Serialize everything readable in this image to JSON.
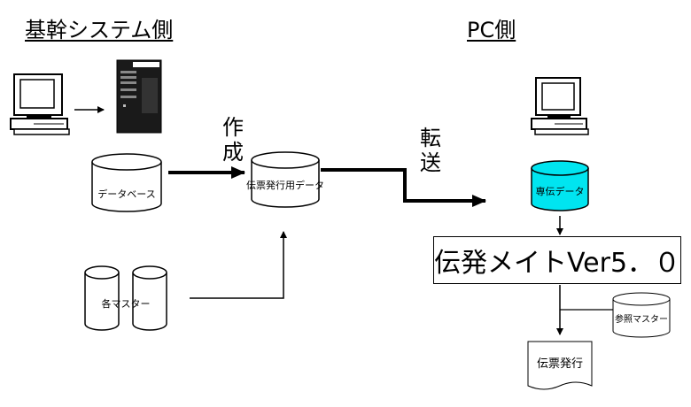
{
  "left_header": "基幹システム側",
  "right_header": "PC側",
  "create_label": [
    "作",
    "成"
  ],
  "transfer_label": [
    "転",
    "送"
  ],
  "database_label": "データベース",
  "masters_label": "各マスター",
  "slip_data_label": "伝票発行用データ",
  "dedicated_data_label": "専伝データ",
  "app_name": "伝発メイトVer5．０",
  "reference_master_label": "参照マスター",
  "slip_issue_label": "伝票発行",
  "colors": {
    "dedicated_data_fill": "#00e5f0",
    "line": "#000000"
  }
}
